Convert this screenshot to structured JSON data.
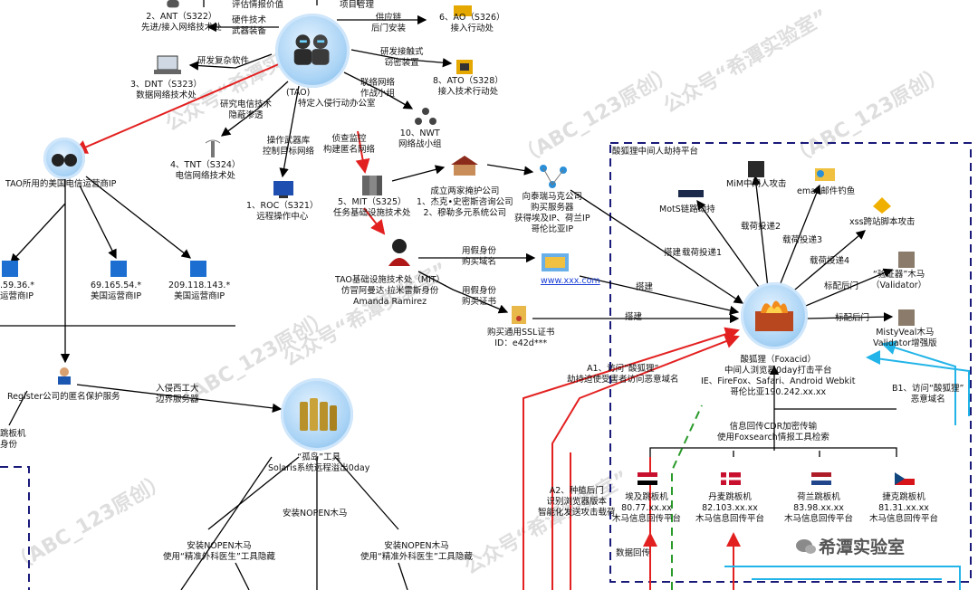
{
  "platform": {
    "title": "酸狐狸中间人劫持平台"
  },
  "tao": {
    "name": "(TAO)",
    "subtitle": "特定入侵行动办公室",
    "links": {
      "eval": "评估情报价值",
      "hw_line1": "硬件技术",
      "hw_line2": "武器装备",
      "complex_sw": "研发复杂软件",
      "telecom_line1": "研究电信技术",
      "telecom_line2": "隐蔽渗透",
      "weapons_line1": "操作武器库",
      "weapons_line2": "控制目标网络",
      "project": "项目管理",
      "supply_line1": "供应链",
      "supply_line2": "后门安装",
      "contact_line1": "研发接触式",
      "contact_line2": "窃密装置",
      "joint_line1": "联络网络",
      "joint_line2": "作战小组",
      "monitor_line1": "侦查监控",
      "monitor_line2": "构建匿名网络"
    }
  },
  "units": {
    "ant": {
      "line1": "2、ANT（S322）",
      "line2": "先进/接入网络技术处"
    },
    "dnt": {
      "line1": "3、DNT（S323）",
      "line2": "数据网络技术处"
    },
    "tnt": {
      "line1": "4、TNT（S324）",
      "line2": "电信网络技术处"
    },
    "roc": {
      "line1": "1、ROC（S321）",
      "line2": "远程操作中心"
    },
    "mit": {
      "line1": "5、MIT（S325）",
      "line2": "任务基础设施技术处"
    },
    "ao": {
      "line1": "6、AO（S326）",
      "line2": "接入行动处"
    },
    "ato": {
      "line1": "8、ATO（S328）",
      "line2": "接入技术行动处"
    },
    "nwt": {
      "line1": "10、NWT",
      "line2": "网络战小组"
    }
  },
  "isp": {
    "title": "TAO所用的美国电信运营商IP",
    "nodes": [
      {
        "ip": ".59.36.*",
        "label": "运营商IP"
      },
      {
        "ip": "69.165.54.*",
        "label": "美国运营商IP"
      },
      {
        "ip": "209.118.143.*",
        "label": "美国运营商IP"
      }
    ]
  },
  "companies": {
    "line1": "成立两家掩护公司",
    "line2": "1、杰克•史密斯咨询公司",
    "line3": "2、穆勒多元系统公司"
  },
  "tesla": {
    "line1": "向泰瑞马克公司",
    "line2": "购买服务器",
    "line3": "获得埃及IP、荷兰IP",
    "line4": "哥伦比亚IP"
  },
  "mit_officer": {
    "line1": "TAO基础设施技术处（MIT）",
    "line2": "仿冒阿曼达·拉米雷斯身份",
    "line3": "Amanda Ramirez"
  },
  "domain_buy": {
    "line1": "用假身份",
    "line2": "购买域名",
    "url": "www.xxx.com"
  },
  "ssl_buy": {
    "line1": "用假身份",
    "line2": "购买证书",
    "cert_line1": "购买通用SSL证书",
    "cert_line2": "ID：e42d***"
  },
  "build_labels": {
    "a": "搭建",
    "b": "搭建",
    "c": "搭建"
  },
  "register": {
    "label": "Register公司的匿名保护服务",
    "link_line1": "入侵西工大",
    "link_line2": "边界服务器"
  },
  "left_jump": {
    "line1": "跳板机",
    "line2": "身份"
  },
  "solaris": {
    "line1": "“孤岛”工具",
    "line2": "Solaris系统远程溢出0day",
    "install_mid": "安装NOPEN木马",
    "install_left_line1": "安装NOPEN木马",
    "install_left_line2": "使用“精准外科医生”工具隐藏",
    "install_right_line1": "安装NOPEN木马",
    "install_right_line2": "使用“精准外科医生”工具隐藏"
  },
  "foxacid": {
    "line1": "酸狐狸（Foxacid）",
    "line2": "中间人浏览器0day打击平台",
    "line3": "IE、FireFox、Safari、Android Webkit",
    "line4": "哥伦比亚190.242.xx.xx",
    "cdr_line1": "信息回传CDR加密传输",
    "cdr_line2": "使用Foxsearch情报工具检索"
  },
  "attacks": {
    "mots": "MotS链路劫持",
    "mim": "MiM中间人攻击",
    "email": "email邮件钓鱼",
    "xss": "xss跨站脚本攻击",
    "load1": "载荷投递1",
    "load2": "载荷投递2",
    "load3": "载荷投递3",
    "load4": "载荷投递4",
    "mark1": "标配后门",
    "mark2": "标配后门",
    "validator_line1": "“验证器”木马",
    "validator_line2": "（Validator）",
    "mistyveal_line1": "MistyVeal木马",
    "mistyveal_line2": "Validator增强版"
  },
  "flows": {
    "a1_line1": "A1、访问“酸狐狸”",
    "a1_line2": "劫持迫使受害者访问恶意域名",
    "a2_line1": "A2、种植后门",
    "a2_line2": "识别浏览器版本",
    "a2_line3": "智能化发送攻击载荷",
    "b1_line1": "B1、访问“酸狐狸”",
    "b1_line2": "恶意域名",
    "data_back": "数据回传"
  },
  "jumps": [
    {
      "name": "埃及跳板机",
      "ip": "80.77.xx.xx",
      "role": "木马信息回传平台"
    },
    {
      "name": "丹麦跳板机",
      "ip": "82.103.xx.xx",
      "role": "木马信息回传平台"
    },
    {
      "name": "荷兰跳板机",
      "ip": "83.98.xx.xx",
      "role": "木马信息回传平台"
    },
    {
      "name": "捷克跳板机",
      "ip": "81.31.xx.xx",
      "role": "木马信息回传平台"
    }
  ],
  "watermark": {
    "line1": "公众号“希潭实验室”",
    "line2": "（ABC_123原创）",
    "brand": "希潭实验室"
  },
  "colors": {
    "red": "#e32020",
    "navy": "#1a1a7a",
    "cyan": "#22b4e8",
    "green": "#2a9a2a",
    "black": "#000000"
  },
  "icons": [
    "bug-icon",
    "laptop-icon",
    "satellite-icon",
    "server-icon",
    "servers-icon",
    "hacker-icon",
    "binoculars-icon",
    "shield-icon",
    "house-icon",
    "network-icon",
    "certificate-icon",
    "firewall-fire-icon",
    "switch-icon",
    "masked-hacker-icon",
    "mail-icon",
    "xss-icon",
    "horse-icon",
    "people-icon",
    "bullets-icon",
    "flag-icon",
    "wechat-icon"
  ]
}
